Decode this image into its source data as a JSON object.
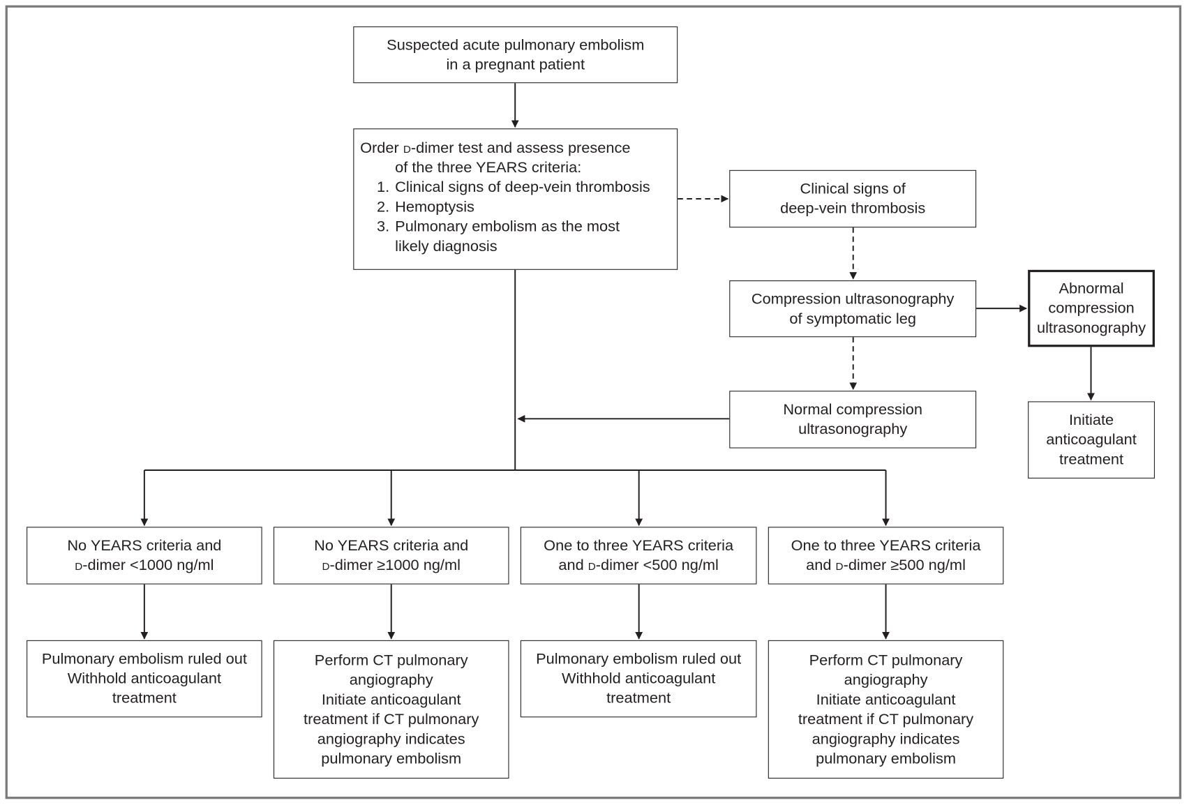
{
  "nodes": {
    "start": {
      "line1": "Suspected acute pulmonary embolism",
      "line2": "in a pregnant patient"
    },
    "order": {
      "line1": "Order D-dimer test and assess presence",
      "line2": "of the three YEARS criteria:",
      "criteria": [
        {
          "num": "1.",
          "text": "Clinical signs of deep-vein thrombosis"
        },
        {
          "num": "2.",
          "text": "Hemoptysis"
        },
        {
          "num": "3.",
          "text": "Pulmonary embolism as the most likely diagnosis"
        }
      ]
    },
    "dvt_signs": {
      "line1": "Clinical signs of",
      "line2": "deep-vein thrombosis"
    },
    "cus": {
      "line1": "Compression ultrasonography",
      "line2": "of symptomatic leg"
    },
    "abnormal_cus": {
      "line1": "Abnormal",
      "line2": "compression",
      "line3": "ultrasonography"
    },
    "normal_cus": {
      "line1": "Normal compression",
      "line2": "ultrasonography"
    },
    "initiate_ac": {
      "line1": "Initiate",
      "line2": "anticoagulant",
      "line3": "treatment"
    },
    "branches": [
      {
        "cond1": "No YEARS criteria and",
        "cond2": "D-dimer <1000 ng/ml",
        "outcome": [
          "Pulmonary embolism ruled out",
          "Withhold anticoagulant",
          "treatment"
        ]
      },
      {
        "cond1": "No YEARS criteria and",
        "cond2": "D-dimer ≥1000 ng/ml",
        "outcome": [
          "Perform CT pulmonary",
          "angiography",
          "Initiate anticoagulant",
          "treatment if CT pulmonary",
          "angiography indicates",
          "pulmonary embolism"
        ]
      },
      {
        "cond1": "One to three YEARS criteria",
        "cond2": "and D-dimer <500 ng/ml",
        "outcome": [
          "Pulmonary embolism ruled out",
          "Withhold anticoagulant",
          "treatment"
        ]
      },
      {
        "cond1": "One to three YEARS criteria",
        "cond2": "and D-dimer ≥500 ng/ml",
        "outcome": [
          "Perform CT pulmonary",
          "angiography",
          "Initiate anticoagulant",
          "treatment if CT pulmonary",
          "angiography indicates",
          "pulmonary embolism"
        ]
      }
    ]
  },
  "colors": {
    "line": "#231f20",
    "frame": "#7a7a7a"
  }
}
